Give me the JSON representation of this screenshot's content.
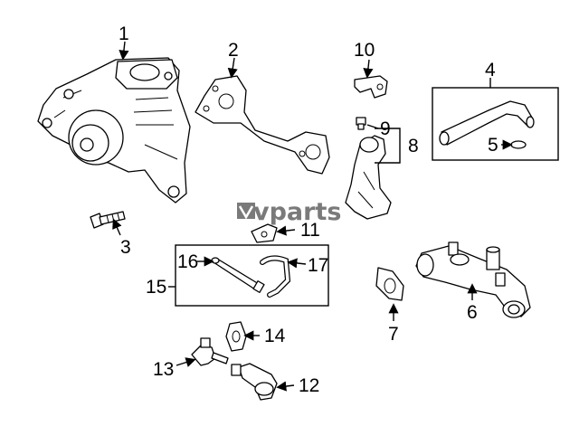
{
  "watermark": {
    "text": "vparts"
  },
  "callouts": [
    {
      "id": "c1",
      "label": "1"
    },
    {
      "id": "c2",
      "label": "2"
    },
    {
      "id": "c3",
      "label": "3"
    },
    {
      "id": "c4",
      "label": "4"
    },
    {
      "id": "c5",
      "label": "5"
    },
    {
      "id": "c6",
      "label": "6"
    },
    {
      "id": "c7",
      "label": "7"
    },
    {
      "id": "c8",
      "label": "8"
    },
    {
      "id": "c9",
      "label": "9"
    },
    {
      "id": "c10",
      "label": "10"
    },
    {
      "id": "c11",
      "label": "11"
    },
    {
      "id": "c12",
      "label": "12"
    },
    {
      "id": "c13",
      "label": "13"
    },
    {
      "id": "c14",
      "label": "14"
    },
    {
      "id": "c15",
      "label": "15"
    },
    {
      "id": "c16",
      "label": "16"
    },
    {
      "id": "c17",
      "label": "17"
    }
  ]
}
